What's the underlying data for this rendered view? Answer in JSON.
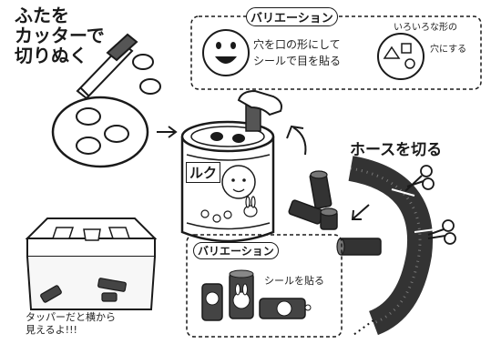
{
  "labels": {
    "cut_lid_line1": "ふたを",
    "cut_lid_line2": "カッターで",
    "cut_lid_line3": "切りぬく",
    "variation_top": "バリエーション",
    "face_note_line1": "穴を口の形にして",
    "face_note_line2": "シールで目を貼る",
    "shapes_note_line1": "いろいろな形の",
    "shapes_note_line2": "穴にする",
    "hose_cut": "ホースを切る",
    "can_label": "ルク",
    "variation_bottom": "バリエーション",
    "sticker_note": "シールを貼る",
    "tupper_note_line1": "タッパーだと横から",
    "tupper_note_line2": "見えるよ!!!"
  },
  "colors": {
    "ink": "#1a1a1a",
    "hose_dark": "#333333",
    "shade": "#9a9a9a",
    "paper": "#ffffff"
  }
}
